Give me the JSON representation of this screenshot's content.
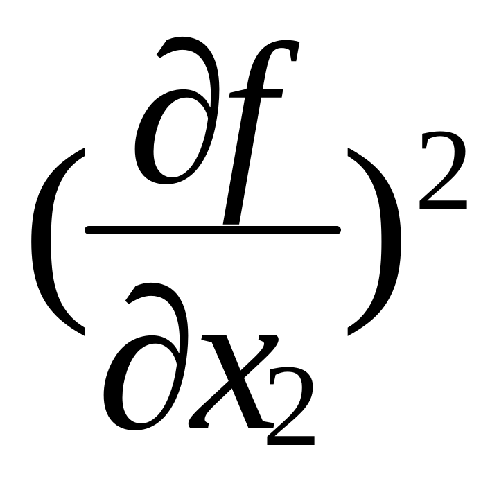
{
  "formula": {
    "left_paren": "(",
    "right_paren": ")",
    "numerator": "∂f",
    "denominator": "∂x",
    "denominator_subscript": "2",
    "exponent": "2"
  }
}
